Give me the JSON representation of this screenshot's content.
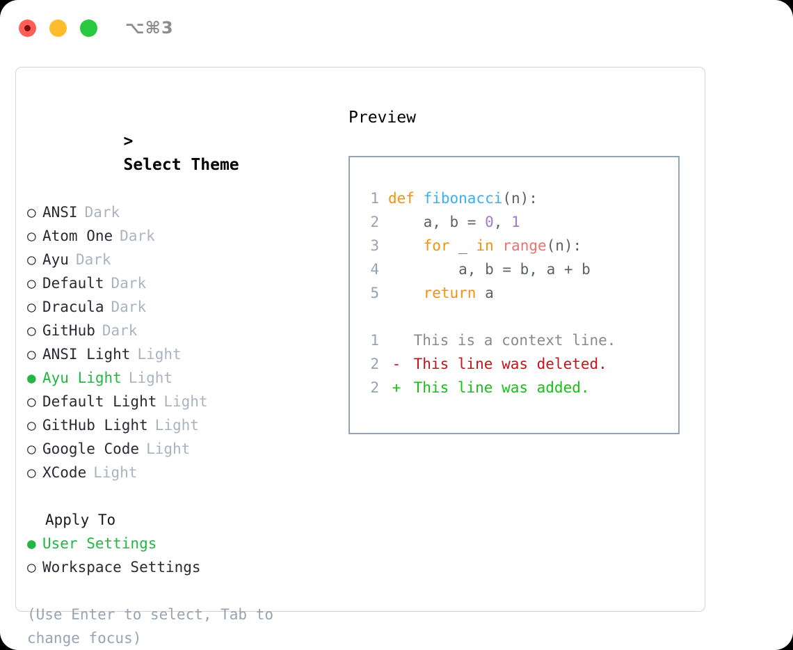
{
  "window": {
    "traffic_lights": [
      {
        "name": "close-button",
        "color": "#ff5f57",
        "recording": true
      },
      {
        "name": "minimize-button",
        "color": "#ffbd2e",
        "recording": false
      },
      {
        "name": "maximize-button",
        "color": "#28c840",
        "recording": false
      }
    ],
    "shortcut": "⌥⌘3"
  },
  "theme_selector": {
    "prompt": ">",
    "header": "Select Theme",
    "items": [
      {
        "name": "ANSI",
        "badge": "Dark",
        "selected": false,
        "bullet": "○"
      },
      {
        "name": "Atom One",
        "badge": "Dark",
        "selected": false,
        "bullet": "○"
      },
      {
        "name": "Ayu",
        "badge": "Dark",
        "selected": false,
        "bullet": "○"
      },
      {
        "name": "Default",
        "badge": "Dark",
        "selected": false,
        "bullet": "○"
      },
      {
        "name": "Dracula",
        "badge": "Dark",
        "selected": false,
        "bullet": "○"
      },
      {
        "name": "GitHub",
        "badge": "Dark",
        "selected": false,
        "bullet": "○"
      },
      {
        "name": "ANSI Light",
        "badge": "Light",
        "selected": false,
        "bullet": "○"
      },
      {
        "name": "Ayu Light",
        "badge": "Light",
        "selected": true,
        "bullet": "●"
      },
      {
        "name": "Default Light",
        "badge": "Light",
        "selected": false,
        "bullet": "○"
      },
      {
        "name": "GitHub Light",
        "badge": "Light",
        "selected": false,
        "bullet": "○"
      },
      {
        "name": "Google Code",
        "badge": "Light",
        "selected": false,
        "bullet": "○"
      },
      {
        "name": "XCode",
        "badge": "Light",
        "selected": false,
        "bullet": "○"
      }
    ]
  },
  "apply_to": {
    "title": "Apply To",
    "options": [
      {
        "label": "User Settings",
        "selected": true,
        "bullet": "●"
      },
      {
        "label": "Workspace Settings",
        "selected": false,
        "bullet": "○"
      }
    ]
  },
  "hint": "(Use Enter to select, Tab to change focus)",
  "preview": {
    "title": "Preview",
    "code_lines": [
      {
        "lineno": "1",
        "tokens": [
          {
            "text": "def ",
            "type": "kw"
          },
          {
            "text": "fibonacci",
            "type": "fn"
          },
          {
            "text": "(n):",
            "type": "plain"
          }
        ]
      },
      {
        "lineno": "2",
        "tokens": [
          {
            "text": "    a, b = ",
            "type": "plain"
          },
          {
            "text": "0",
            "type": "num"
          },
          {
            "text": ", ",
            "type": "plain"
          },
          {
            "text": "1",
            "type": "num"
          }
        ]
      },
      {
        "lineno": "3",
        "tokens": [
          {
            "text": "    for",
            "type": "kw"
          },
          {
            "text": " _ ",
            "type": "plain"
          },
          {
            "text": "in",
            "type": "kw"
          },
          {
            "text": " ",
            "type": "plain"
          },
          {
            "text": "range",
            "type": "call"
          },
          {
            "text": "(n):",
            "type": "plain"
          }
        ]
      },
      {
        "lineno": "4",
        "tokens": [
          {
            "text": "        a, b = b, a + b",
            "type": "plain"
          }
        ]
      },
      {
        "lineno": "5",
        "tokens": [
          {
            "text": "    return",
            "type": "kw"
          },
          {
            "text": " a",
            "type": "plain"
          }
        ]
      }
    ],
    "diff_lines": [
      {
        "lineno": "1",
        "mark": " ",
        "text": " This is a context line.",
        "type": "ctx"
      },
      {
        "lineno": "2",
        "mark": "-",
        "text": " This line was deleted.",
        "type": "del"
      },
      {
        "lineno": "2",
        "mark": "+",
        "text": " This line was added.",
        "type": "add"
      }
    ]
  },
  "colors": {
    "accent_green": "#24b544",
    "badge_gray": "#aab4c0",
    "hint_gray": "#9aa3b0",
    "lineno_gray": "#96a3b1",
    "keyword_orange": "#f2930d",
    "function_blue": "#39aff5",
    "number_purple": "#a37acc",
    "call_red": "#f07171",
    "diff_deleted": "#c5131a",
    "diff_added": "#16c116",
    "panel_border": "#d2d2d7",
    "preview_border": "#96a3b1"
  }
}
